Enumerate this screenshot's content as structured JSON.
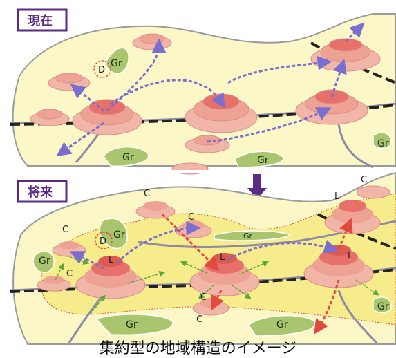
{
  "panels": {
    "top": {
      "tag": "現在"
    },
    "bottom": {
      "tag": "将来"
    }
  },
  "labels": {
    "green": "Gr",
    "dense": "D",
    "center_small": "C",
    "center_large": "L"
  },
  "caption": "集約型の地域構造のイメージ",
  "colors": {
    "area_fill": "#fbf7c6",
    "area_fill_future": "#f6ec8c",
    "green": "#a9c66e",
    "center": "#e8706a",
    "center_ring": "#f2b6a8",
    "road": "#8e8aa3",
    "arrow_purple": "#7a6fcf",
    "arrow_red": "#e24a3f",
    "arrow_green": "#5aa83a",
    "tag_border": "#5b2a86"
  }
}
